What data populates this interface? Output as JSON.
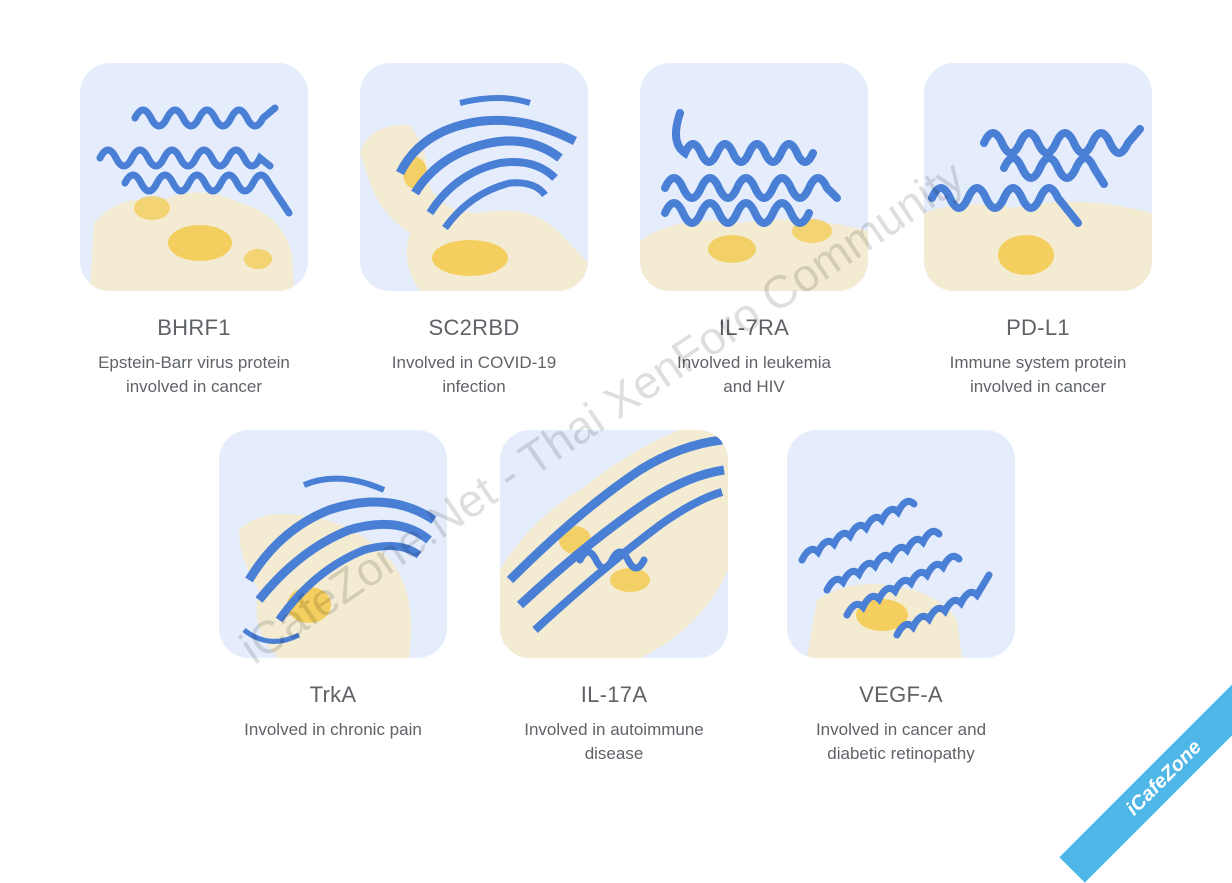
{
  "proteins": [
    {
      "name": "BHRF1",
      "desc": "Epstein-Barr virus protein\ninvolved in cancer"
    },
    {
      "name": "SC2RBD",
      "desc": "Involved in COVID-19\ninfection"
    },
    {
      "name": "IL-7RA",
      "desc": "Involved in leukemia\nand HIV"
    },
    {
      "name": "PD-L1",
      "desc": "Immune system protein\ninvolved in cancer"
    },
    {
      "name": "TrkA",
      "desc": "Involved in chronic pain"
    },
    {
      "name": "IL-17A",
      "desc": "Involved in autoimmune\ndisease"
    },
    {
      "name": "VEGF-A",
      "desc": "Involved in cancer and\ndiabetic retinopathy"
    }
  ],
  "watermark": "iCafeZone.Net - Thai XenForo Community",
  "corner_badge": "iCafeZone",
  "colors": {
    "tile_bg": "#e5edfc",
    "protein_ribbon": "#4a7fd6",
    "surface": "#f3ecd2",
    "binding_site": "#f3c94a",
    "text": "#5f6368"
  },
  "icons": [
    "helix-ribbon-icon",
    "beta-sheet-ribbon-icon",
    "molecular-surface-icon"
  ]
}
